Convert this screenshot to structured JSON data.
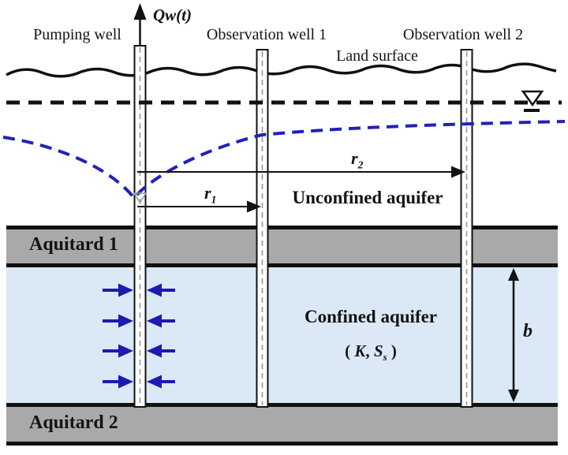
{
  "diagram": {
    "top_labels": {
      "pumping_well": "Pumping well",
      "observation_well_1": "Observation well 1",
      "observation_well_2": "Observation well 2",
      "land_surface": "Land surface",
      "discharge": "Qw(t)"
    },
    "annotations": {
      "r1_base": "r",
      "r1_sub": "1",
      "r2_base": "r",
      "r2_sub": "2",
      "unconfined_aquifer": "Unconfined aquifer",
      "aquitard_1": "Aquitard 1",
      "confined_aquifer": "Confined aquifer",
      "params_open": "( ",
      "params_K": "K",
      "params_mid": ", ",
      "params_S": "S",
      "params_sub": "s",
      "params_close": " )",
      "thickness": "b",
      "aquitard_2": "Aquitard 2"
    },
    "colors": {
      "aquitard_gray": "#a9a9a9",
      "confined_aquifer_blue": "#dbe8f5",
      "flow_arrow_blue": "#1b1bb0",
      "drawdown_curve_blue": "#2121b8",
      "line_black": "#111111",
      "well_centerline_gray": "#999999"
    }
  }
}
